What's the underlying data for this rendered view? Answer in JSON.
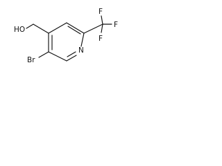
{
  "diagram": {
    "type": "chemical-structure",
    "atom_labels": {
      "hydroxyl": "HO",
      "bromine": "Br",
      "nitrogen": "N",
      "fluorine_top": "F",
      "fluorine_right": "F",
      "fluorine_bottom": "F"
    }
  }
}
